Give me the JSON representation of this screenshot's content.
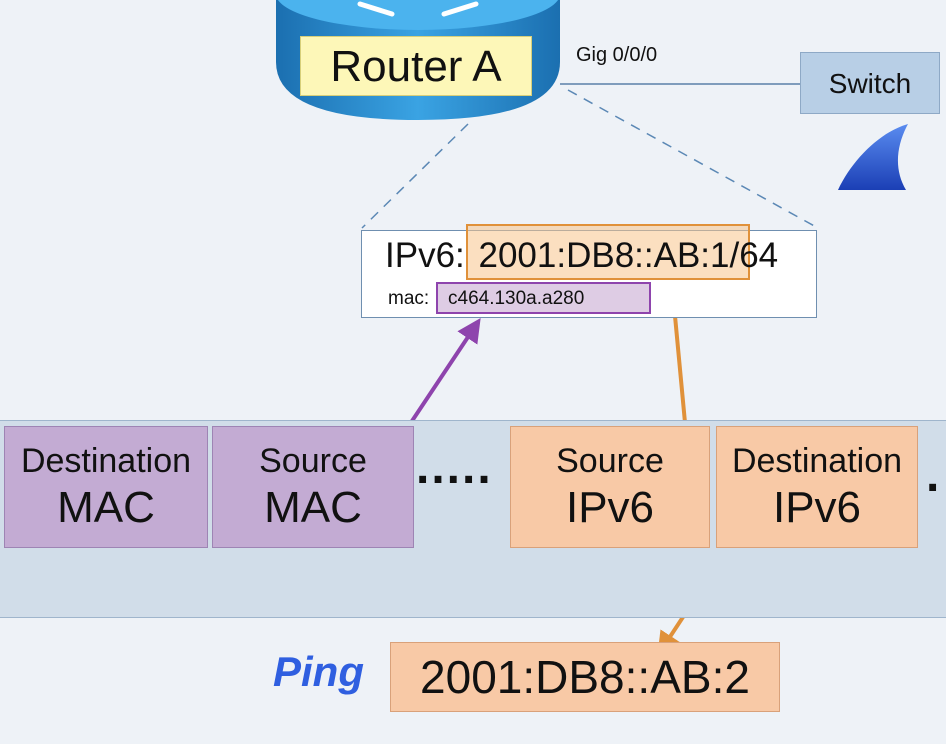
{
  "router": {
    "label": "Router A",
    "interface": "Gig 0/0/0"
  },
  "switch": {
    "label": "Switch"
  },
  "interface_info": {
    "ipv6_prefix": "IPv6: ",
    "ipv6_address": "2001:DB8::AB:1",
    "ipv6_suffix": "/64",
    "mac_prefix": "mac: ",
    "mac_address": "c464.130a.a280"
  },
  "frame": {
    "fields": [
      {
        "line1": "Destination",
        "line2": "MAC"
      },
      {
        "line1": "Source",
        "line2": "MAC"
      },
      {
        "line1": "Source",
        "line2": "IPv6"
      },
      {
        "line1": "Destination",
        "line2": "IPv6"
      }
    ],
    "ellipsis": ".....",
    "trailing": "."
  },
  "ping": {
    "word": "Ping",
    "address": "2001:DB8::AB:2"
  },
  "colors": {
    "mac_highlight": "#8e44ad",
    "ipv6_highlight": "#e0913a",
    "ping_word": "#2f5fe0",
    "mac_fields": "#c3abd3",
    "ipv6_fields": "#f8c9a6",
    "router_body": "#2a8fd0"
  },
  "icons": {
    "router": "router-icon",
    "wireshark": "wireshark-fin-icon"
  }
}
